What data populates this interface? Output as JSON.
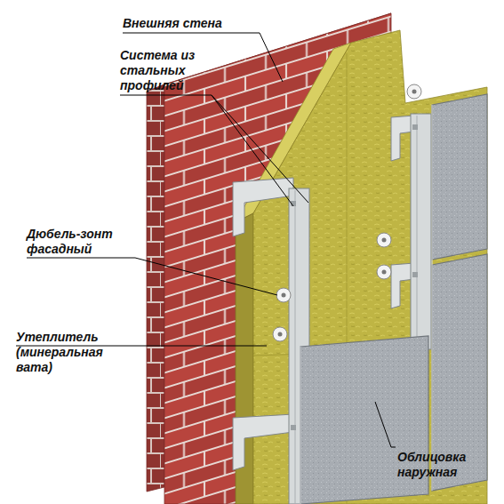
{
  "diagram": {
    "labels": [
      "Внешняя стена",
      "Система из стальных профилей",
      "Дюбель-зонт фасадный",
      "Утеплитель (минеральная вата)",
      "Облицовка наружная"
    ]
  }
}
